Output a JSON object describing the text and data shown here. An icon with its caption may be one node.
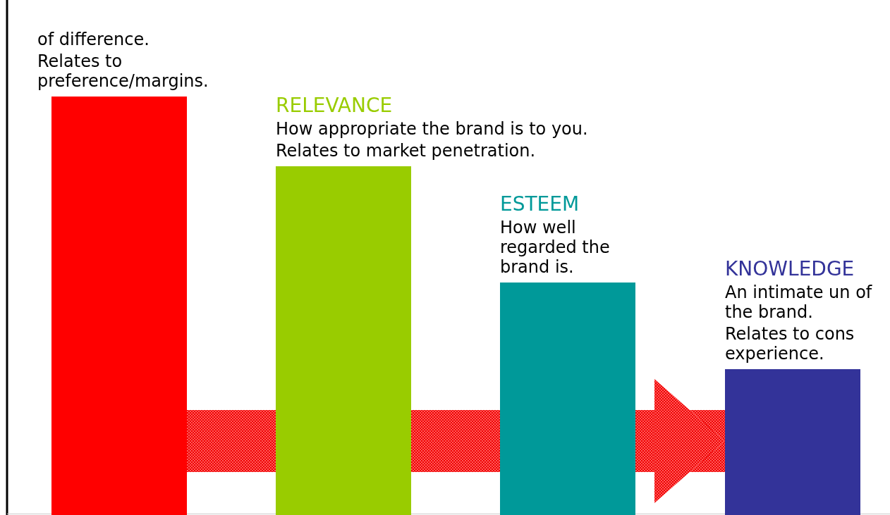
{
  "diagram": {
    "nodes": [
      {
        "text": [
          "of difference.",
          "Relates to preference/margins."
        ]
      },
      {
        "text": [
          "RELEVANCE",
          "How appropriate the brand is to you.",
          "Relates to market penetration."
        ]
      },
      {
        "text": [
          "ESTEEM",
          "How well regarded the brand is."
        ]
      },
      {
        "text": [
          "KNOWLEDGE",
          "An intimate un of the brand.",
          "Relates to cons experience."
        ]
      }
    ],
    "edges": [
      {
        "from": 0,
        "to": 1,
        "arrow": "none"
      },
      {
        "from": 1,
        "to": 2,
        "arrow": "none"
      },
      {
        "from": 2,
        "to": 3,
        "arrow": "to"
      }
    ]
  }
}
